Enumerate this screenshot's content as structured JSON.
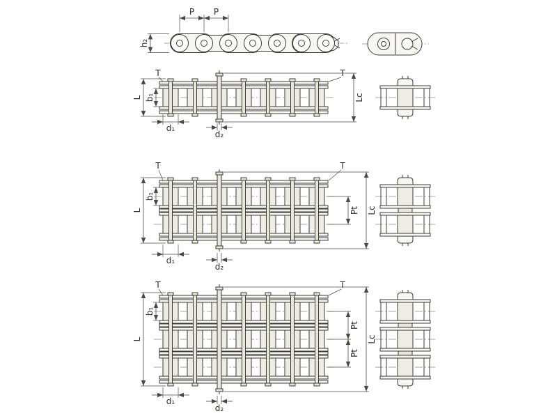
{
  "colors": {
    "background": "#ffffff",
    "line": "#3b3b36",
    "dimension_line": "#4a4a45",
    "plate_fill": "#f7f6f1",
    "roller_fill": "#efece3",
    "pin_fill": "#e9e6de"
  },
  "labels": {
    "pitch": "P",
    "plate_height": "h₂",
    "plate_thickness": "T",
    "pin_length": "L",
    "inner_width": "b₁",
    "connecting_pin_length": "Lc",
    "roller_diameter": "d₁",
    "pin_diameter": "d₂",
    "transverse_pitch": "Pt"
  }
}
